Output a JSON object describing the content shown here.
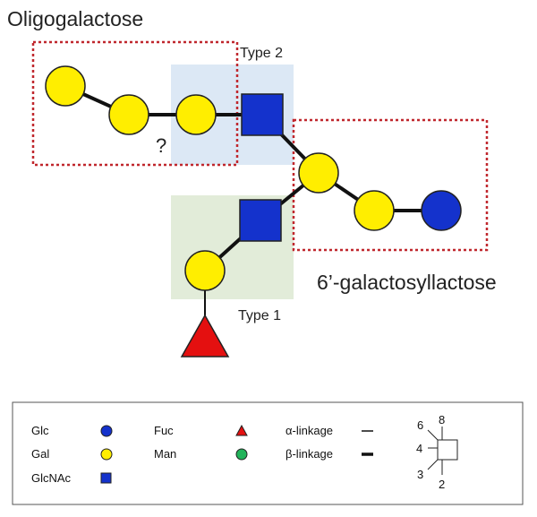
{
  "labels": {
    "title": "Oligogalactose",
    "type2": "Type 2",
    "type1": "Type 1",
    "galactosyllactose": "6’-galactosyllactose",
    "unknown": "?"
  },
  "colors": {
    "gal": "#ffee00",
    "glc": "#1432cc",
    "glcnac": "#1432cc",
    "fuc": "#e41010",
    "man": "#22b35a",
    "type2_box": "#dce8f5",
    "type1_box": "#e2ecd9",
    "dotted": "#c0272d"
  },
  "legend": {
    "glc": "Glc",
    "gal": "Gal",
    "glcnac": "GlcNAc",
    "fuc": "Fuc",
    "man": "Man",
    "alpha": "α-linkage",
    "beta": "β-linkage",
    "pos6": "6",
    "pos8": "8",
    "pos4": "4",
    "pos3": "3",
    "pos2": "2"
  }
}
